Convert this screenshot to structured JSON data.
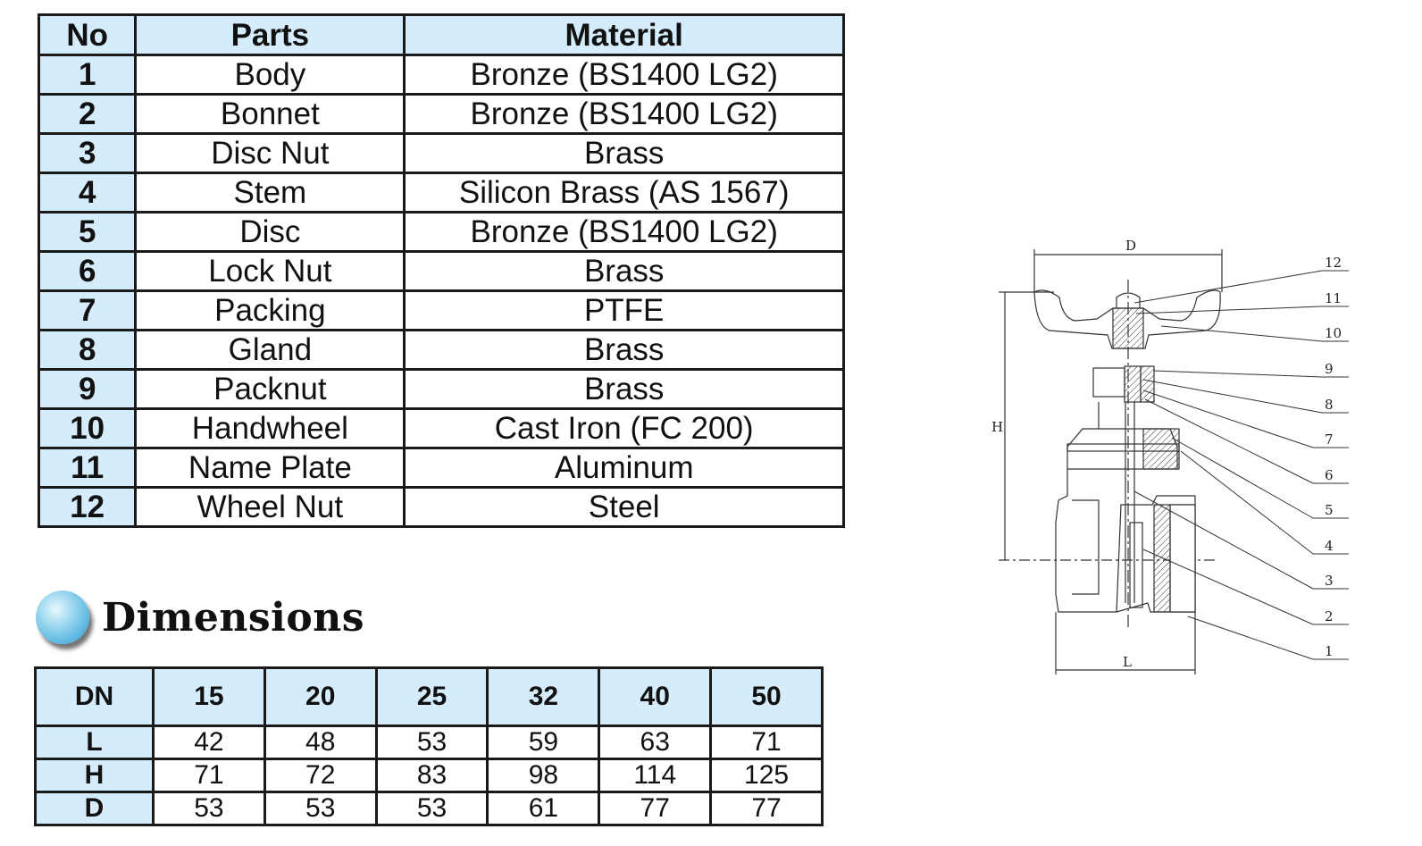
{
  "parts_table": {
    "headers": {
      "no": "No",
      "parts": "Parts",
      "material": "Material"
    },
    "rows": [
      {
        "no": "1",
        "part": "Body",
        "material": "Bronze (BS1400 LG2)"
      },
      {
        "no": "2",
        "part": "Bonnet",
        "material": "Bronze (BS1400 LG2)"
      },
      {
        "no": "3",
        "part": "Disc Nut",
        "material": "Brass"
      },
      {
        "no": "4",
        "part": "Stem",
        "material": "Silicon Brass (AS 1567)"
      },
      {
        "no": "5",
        "part": "Disc",
        "material": "Bronze (BS1400 LG2)"
      },
      {
        "no": "6",
        "part": "Lock Nut",
        "material": "Brass"
      },
      {
        "no": "7",
        "part": "Packing",
        "material": "PTFE"
      },
      {
        "no": "8",
        "part": "Gland",
        "material": "Brass"
      },
      {
        "no": "9",
        "part": "Packnut",
        "material": "Brass"
      },
      {
        "no": "10",
        "part": "Handwheel",
        "material": "Cast Iron (FC 200)"
      },
      {
        "no": "11",
        "part": "Name Plate",
        "material": "Aluminum"
      },
      {
        "no": "12",
        "part": "Wheel Nut",
        "material": "Steel"
      }
    ]
  },
  "dimensions": {
    "title": "Dimensions",
    "header_label": "DN",
    "sizes": [
      "15",
      "20",
      "25",
      "32",
      "40",
      "50"
    ],
    "rows": [
      {
        "label": "L",
        "values": [
          "42",
          "48",
          "53",
          "59",
          "63",
          "71"
        ]
      },
      {
        "label": "H",
        "values": [
          "71",
          "72",
          "83",
          "98",
          "114",
          "125"
        ]
      },
      {
        "label": "D",
        "values": [
          "53",
          "53",
          "53",
          "61",
          "77",
          "77"
        ]
      }
    ]
  },
  "drawing": {
    "dim_labels": {
      "d": "D",
      "h": "H",
      "l": "L"
    },
    "callouts": [
      "12",
      "11",
      "10",
      "9",
      "8",
      "7",
      "6",
      "5",
      "4",
      "3",
      "2",
      "1"
    ]
  },
  "colors": {
    "header_fill": "#d4ecfb",
    "border": "#1a1a1a",
    "ball": "#5db7e0"
  }
}
